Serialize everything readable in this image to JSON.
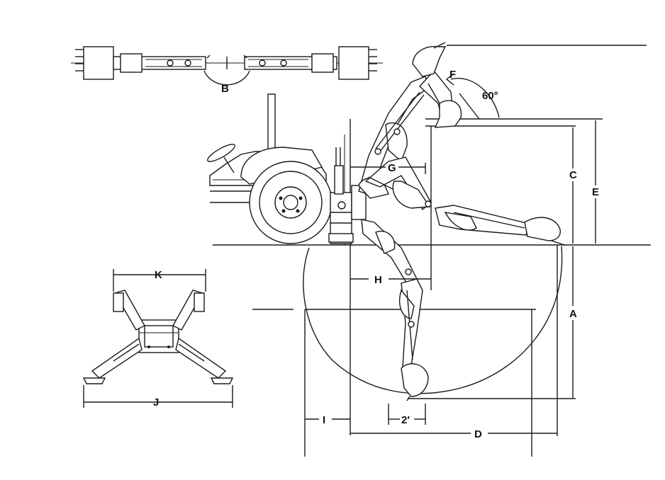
{
  "labels": {
    "A": "A",
    "B": "B",
    "C": "C",
    "D": "D",
    "E": "E",
    "F": "F",
    "G": "G",
    "H": "H",
    "I": "I",
    "J": "J",
    "K": "K",
    "angle": "60°",
    "two_ft": "2′"
  }
}
